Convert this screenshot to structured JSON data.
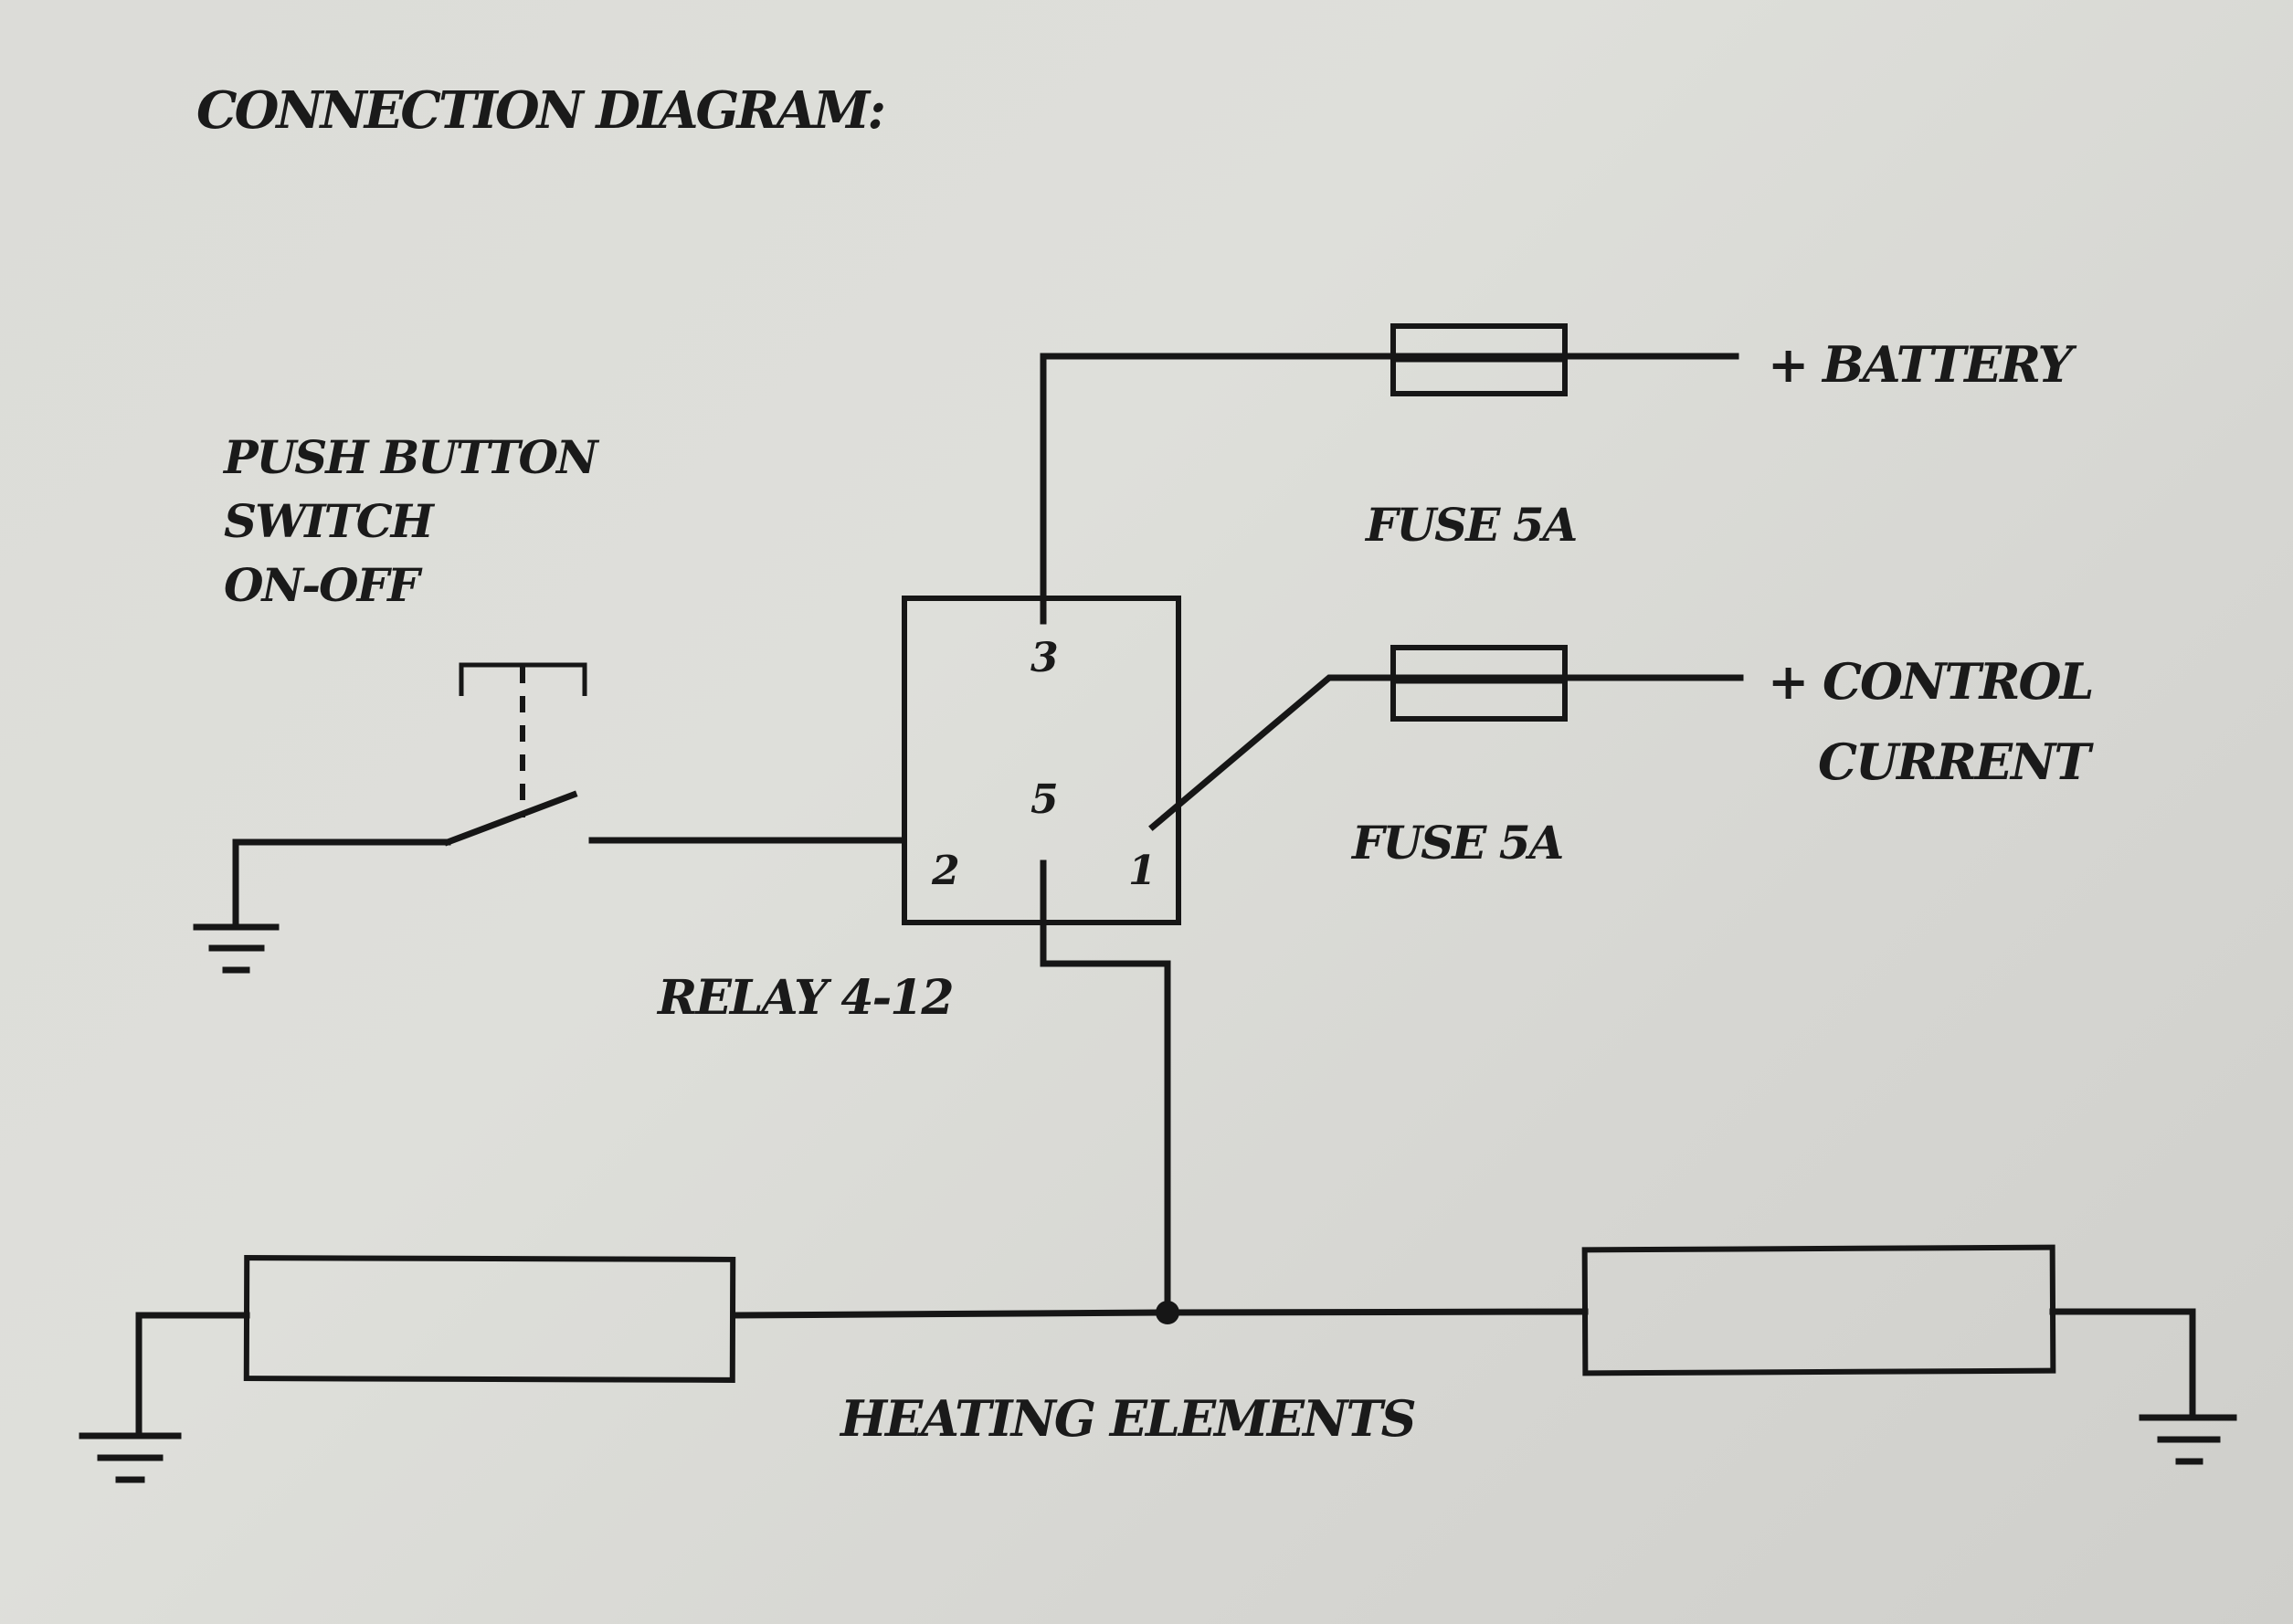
{
  "title": "CONNECTION DIAGRAM:",
  "labels": {
    "switch": [
      "PUSH BUTTON",
      "SWITCH",
      "ON-OFF"
    ],
    "battery": "+ BATTERY",
    "fuse_top": "FUSE 5A",
    "control": [
      "+ CONTROL",
      "CURRENT"
    ],
    "fuse_bottom": "FUSE 5A",
    "relay": "RELAY 4-12",
    "heating": "HEATING ELEMENTS"
  },
  "relay_pins": {
    "pin3": "3",
    "pin5": "5",
    "pin2": "2",
    "pin1": "1"
  },
  "colors": {
    "ink": "#161616",
    "paper": "#dcdcd8"
  }
}
